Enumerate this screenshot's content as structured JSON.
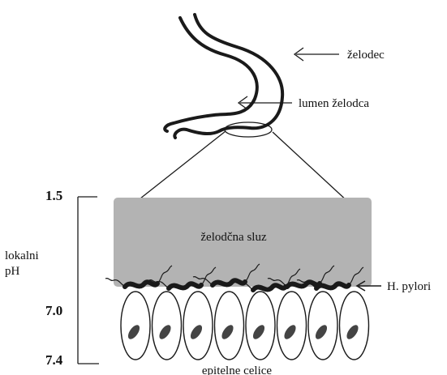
{
  "labels": {
    "stomach": "želodec",
    "lumen": "lumen želodca",
    "mucus": "želodčna sluz",
    "bacteria": "H. pylori",
    "epithelium": "epitelne celice",
    "local_ph_line1": "lokalni",
    "local_ph_line2": "pH"
  },
  "ph_values": [
    "1.5",
    "7.0",
    "7.4"
  ],
  "colors": {
    "mucus_fill": "#b3b3b3",
    "ink": "#1a1a1a",
    "nucleus": "#444444"
  },
  "cells": 8
}
